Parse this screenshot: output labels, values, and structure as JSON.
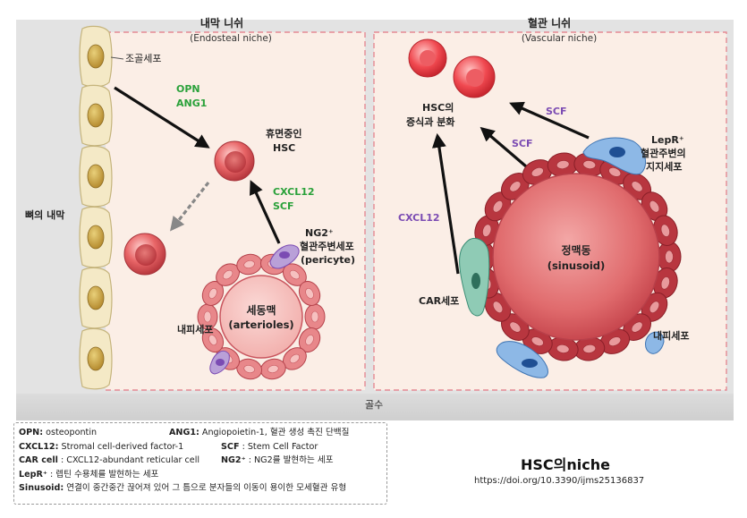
{
  "headings": {
    "endosteal": "내막 니쉬",
    "endosteal_en": "(Endosteal niche)",
    "vascular": "혈관 니쉬",
    "vascular_en": "(Vascular niche)"
  },
  "labels": {
    "osteoblast": "조골세포",
    "bone_lining": "뼈의 내막",
    "opn": "OPN",
    "ang1": "ANG1",
    "quiescent_hsc_1": "휴면중인",
    "quiescent_hsc_2": "HSC",
    "cxcl12_left": "CXCL12",
    "scf_left": "SCF",
    "ng2_1": "NG2⁺",
    "ng2_2": "혈관주변세포",
    "ng2_3": "(pericyte)",
    "arteriole_1": "세동맥",
    "arteriole_2": "(arterioles)",
    "endothelial_left": "내피세포",
    "marrow": "골수",
    "hsc_diff_1": "HSC의",
    "hsc_diff_2": "증식과 분화",
    "scf_top": "SCF",
    "scf_mid": "SCF",
    "cxcl12_right": "CXCL12",
    "lepr_1": "LepR⁺",
    "lepr_2": "혈관주변의",
    "lepr_3": "지지세포",
    "sinusoid_1": "정맥동",
    "sinusoid_2": "(sinusoid)",
    "car_cell": "CAR세포",
    "endothelial_right": "내피세포"
  },
  "legend": {
    "r1_term": "OPN:",
    "r1_def": " osteopontin",
    "r1b_term": "ANG1:",
    "r1b_def": " Angiopoietin-1,  혈관 생성 촉진 단백질",
    "r2_term": "CXCL12:",
    "r2_def": "  Stromal cell-derived factor-1",
    "r2b_term": "SCF",
    "r2b_def": " : Stem Cell Factor",
    "r3_term": "CAR cell",
    "r3_def": " : CXCL12-abundant reticular cell",
    "r3b_term": "NG2⁺",
    "r3b_def": " : NG2를 발현하는 세포",
    "r4_term": "LepR⁺",
    "r4_def": " : 렙틴 수용체를 발현하는 세포",
    "r5_term": "Sinusoid:",
    "r5_def": " 연결이 중간중간 끊어져 있어 그 틈으로  분자들의 이동이 용이한 모세혈관 유형"
  },
  "figure_title": "HSC의niche",
  "doi": "https://doi.org/10.3390/ijms25136837",
  "colors": {
    "panel_bg": "#fbeee6",
    "border_dash": "#e58a93",
    "bone": "#f4e9c6",
    "green": "#2aa13a",
    "purple": "#7b4bb3",
    "vessel": "#c9424d",
    "hsc": "#d9565c"
  }
}
